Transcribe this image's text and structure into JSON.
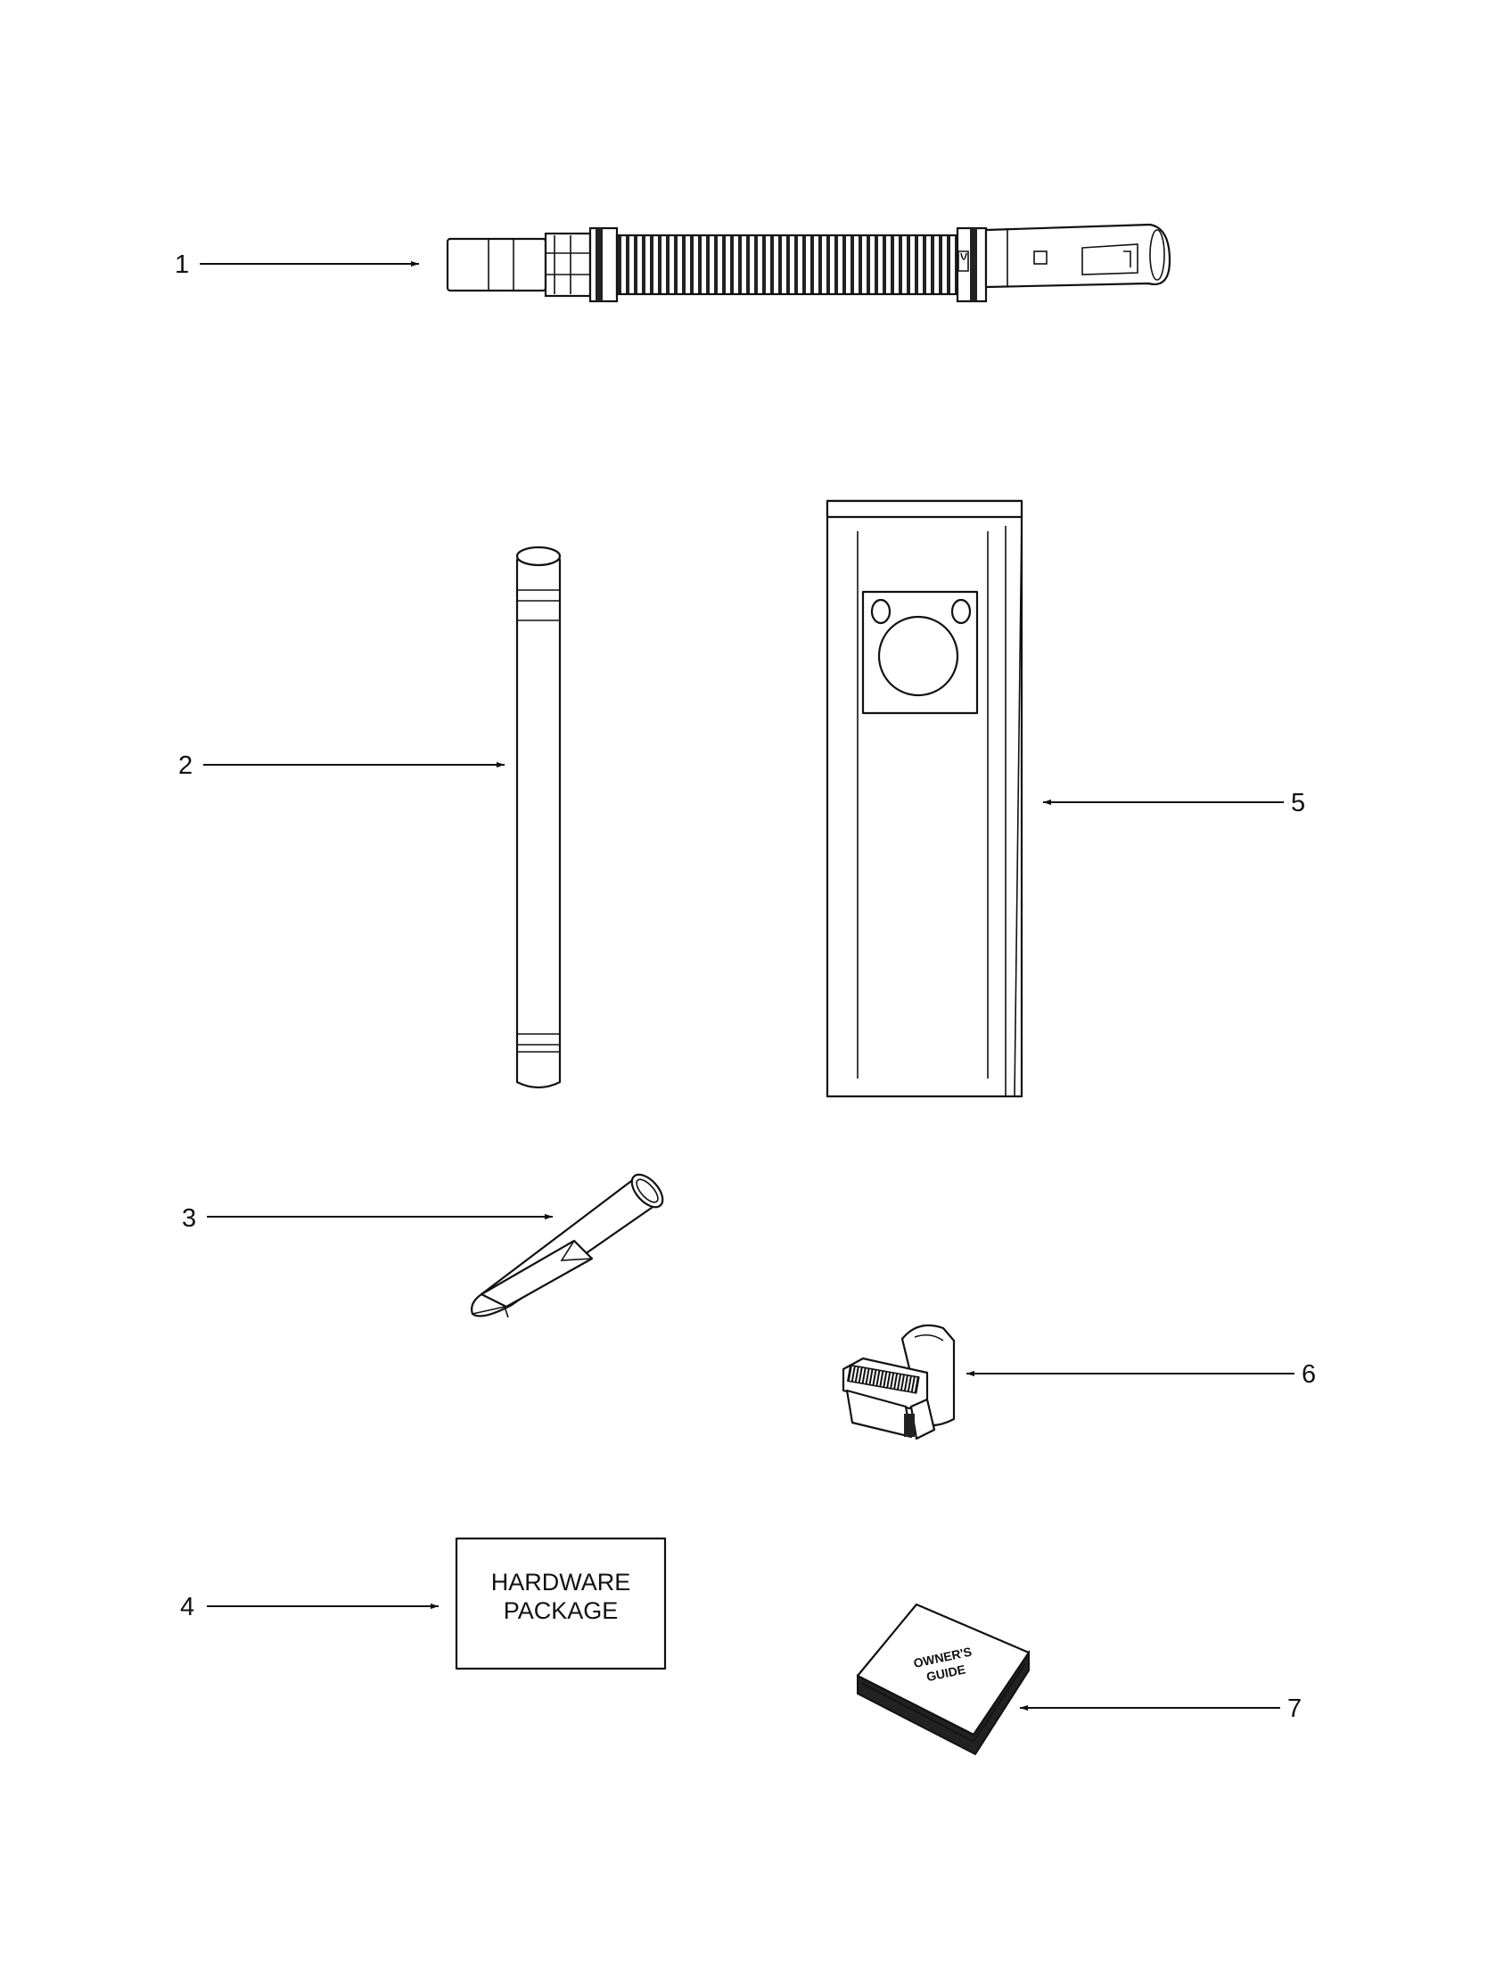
{
  "callouts": {
    "c1": "1",
    "c2": "2",
    "c3": "3",
    "c4": "4",
    "c5": "5",
    "c6": "6",
    "c7": "7"
  },
  "hardware_package": {
    "line1": "HARDWARE",
    "line2": "PACKAGE"
  },
  "owners_guide": {
    "line1": "OWNER'S",
    "line2": "GUIDE"
  },
  "colors": {
    "ink": "#111111",
    "paper": "#ffffff"
  }
}
